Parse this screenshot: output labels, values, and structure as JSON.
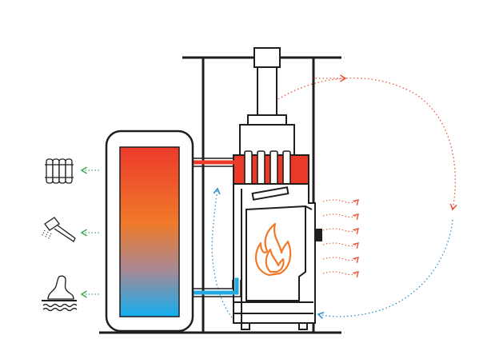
{
  "diagram": {
    "kind": "wood-stove water heating schematic",
    "colors": {
      "outline": "#1e1e1e",
      "hot": "#ec3a2a",
      "warm": "#f07a2a",
      "cold": "#23a9e1",
      "mid": "#a98892",
      "radiated_heat": "#ea6a3c",
      "convection_warm": "#e8553a",
      "convection_cool": "#2a8fc9",
      "supply_arrows": "#3fae5a",
      "flame": "#f07a2a"
    },
    "components": [
      {
        "name": "hot-water-storage-tank"
      },
      {
        "name": "chimney-flue"
      },
      {
        "name": "stove-heat-exchanger"
      },
      {
        "name": "firebox-door"
      },
      {
        "name": "flow-pipe-hot"
      },
      {
        "name": "return-pipe-cold"
      }
    ],
    "consumers": [
      {
        "name": "radiator",
        "icon": "radiator-icon"
      },
      {
        "name": "shower",
        "icon": "shower-icon"
      },
      {
        "name": "underfloor-heating",
        "icon": "underfloor-heating-icon"
      }
    ]
  }
}
